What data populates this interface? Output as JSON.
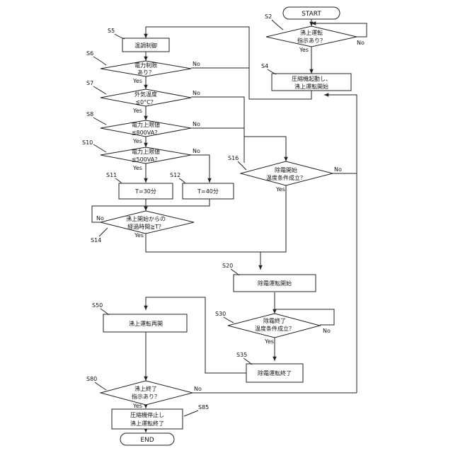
{
  "start_label": "START",
  "end_label": "END",
  "steps": {
    "s2": {
      "id": "S2",
      "lines": [
        "沸上運転",
        "指示あり？"
      ]
    },
    "s4": {
      "id": "S4",
      "lines": [
        "圧縮機起動し、",
        "沸上運転開始"
      ]
    },
    "s5": {
      "id": "S5",
      "lines": [
        "温調制御"
      ]
    },
    "s6": {
      "id": "S6",
      "lines": [
        "電力制限",
        "あり？"
      ]
    },
    "s7": {
      "id": "S7",
      "lines": [
        "外気温度",
        "≦0°C？"
      ]
    },
    "s8": {
      "id": "S8",
      "lines": [
        "電力上限値",
        "≦800VA？"
      ]
    },
    "s10": {
      "id": "S10",
      "lines": [
        "電力上限値",
        "≦500VA？"
      ]
    },
    "s11": {
      "id": "S11",
      "lines": [
        "T=30分"
      ]
    },
    "s12": {
      "id": "S12",
      "lines": [
        "T=40分"
      ]
    },
    "s14": {
      "id": "S14",
      "lines": [
        "沸上開始からの",
        "経過時間≧T？"
      ]
    },
    "s16": {
      "id": "S16",
      "lines": [
        "除霜開始",
        "温度条件成立？"
      ]
    },
    "s20": {
      "id": "S20",
      "lines": [
        "除霜運転開始"
      ]
    },
    "s30": {
      "id": "S30",
      "lines": [
        "除霜終了",
        "温度条件成立？"
      ]
    },
    "s35": {
      "id": "S35",
      "lines": [
        "除霜運転終了"
      ]
    },
    "s50": {
      "id": "S50",
      "lines": [
        "沸上運転再開"
      ]
    },
    "s80": {
      "id": "S80",
      "lines": [
        "沸上終了",
        "指示あり？"
      ]
    },
    "s85": {
      "id": "S85",
      "lines": [
        "圧縮機停止し",
        "沸上運転終了"
      ]
    }
  },
  "yes_label": "Yes",
  "no_label": "No"
}
